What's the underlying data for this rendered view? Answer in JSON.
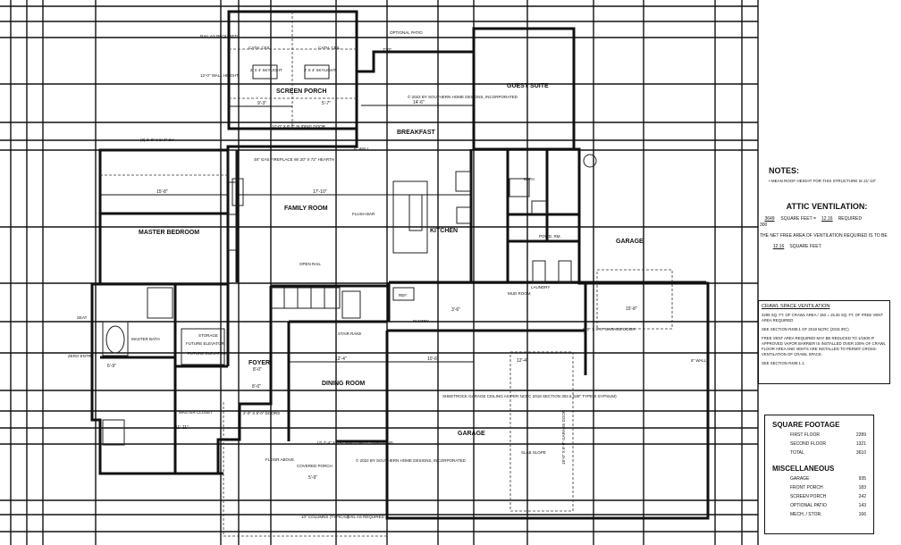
{
  "rooms": {
    "screen_porch": "SCREEN PORCH",
    "breakfast": "BREAKFAST",
    "guest_suite": "GUEST SUITE",
    "family_room": "FAMILY ROOM",
    "master_bedroom": "MASTER BEDROOM",
    "kitchen": "KITCHEN",
    "garage_rear": "GARAGE",
    "laundry": "LAUNDRY",
    "master_bath": "MASTER BATH",
    "storage": "STORAGE",
    "future_elevator": "FUTURE ELEVATOR",
    "foyer": "FOYER",
    "dining_room": "DINING ROOM",
    "garage_front": "GARAGE",
    "master_closet": "MASTER CLOSET",
    "covered_porch": "COVERED PORCH",
    "pantry": "PANTRY",
    "mud_room": "MUD ROOM",
    "bath": "BATH",
    "powder_room": "POWD. RM.",
    "seat": "SEAT",
    "zero_entry": "ZERO ENTRY"
  },
  "annotations": {
    "optional_patio": "OPTIONAL PATIO",
    "rail_as_required_top": "RAIL AS REQUIRED",
    "wall_height": "12'-0\" WALL HEIGHT",
    "cath_ceil": "CATH. CEIL.",
    "skylight": "2' X 4' SKYLIGHT",
    "sliding_door": "12'-0\" X 8'-0\" SLIDING DOOR",
    "copyright_top": "© 2022 BY SOUTHERN HOME DESIGNS, INCORPORATED",
    "copyright_bottom": "© 2022 BY SOUTHERN HOME DESIGNS, INCORPORATED",
    "gas_fireplace": "48\" GAS FIREPLACE W/ 20\" X 72\" HEARTH",
    "flush_bar": "FLUSH BAR",
    "open_rail": "OPEN RAIL",
    "stair_rake": "STAIR RAKE",
    "sheetrock": "SHEETROCK GARAGE CEILING AS PER NCRC 2018 SECTION 302.6 (5/8\" TYPE X GYPSUM)",
    "slab_slope": "SLAB SLOPE",
    "floor_above": "FLOOR ABOVE",
    "rail_as_required_bottom": "RAIL AS REQUIRED",
    "columns": "10\" COLUMNS (TYPICAL)",
    "garage_door_rear": "9'-0\" X 8'-0\" GARAGE DOOR",
    "garage_door_side": "18'-0\" X 8'-0\" GARAGE DOOR",
    "wall_6": "6\" WALL",
    "wall_8": "8\" WALL",
    "transoms": "(2) 2'-4\" X 6'-0\" FIXED W/12\" TRANSOMS",
    "sh_windows": "(3) 2'-8\" X 5'-0\" SH",
    "doors": "2'-0\" X 8'-0\" DOORS",
    "ref": "REF.",
    "future_elev": "FUTURE ELEVATOR"
  },
  "notes": {
    "title": "NOTES:",
    "item": "• MEAN ROOF HEIGHT FOR THIS STRUCTURE IS 21'-10\""
  },
  "attic": {
    "title": "ATTIC VENTILATION:",
    "sf": "3649",
    "sf_label": "SQUARE FEET",
    "equals": "=",
    "required": "12.16",
    "required_label": "REQUIRED",
    "divisor": "300",
    "note": "THE NET FREE AREA OF VENTILATION REQUIRED IS TO BE",
    "result": "12.16",
    "result_label": "SQUARE FEET."
  },
  "crawl": {
    "title": "CRAWL SPACE VENTILATION",
    "line1": "2289 SQ. FT. OF CRAWL AREA / 150 = 15.26 SQ. FT. OF FREE VENT AREA REQUIRED",
    "line2": "SEE SECTION R408.1 OF 2018 NCRC (2015 IRC)",
    "line3": "FREE VENT AREA REQUIRED MAY BE REDUCED TO 1/1500 IF APPROVED VAPOR BARRIER IS INSTALLED OVER 100% OF CRAWL FLOOR AREA AND VENTS ARE INSTALLED TO PERMIT CROSS- VENTILATION OF CRAWL SPACE.",
    "line4": "SEE SECTION R408.1.1."
  },
  "square_footage": {
    "title": "SQUARE FOOTAGE",
    "rows": [
      {
        "label": "FIRST FLOOR",
        "value": "2289"
      },
      {
        "label": "SECOND FLOOR",
        "value": "1321"
      },
      {
        "label": "TOTAL",
        "value": "3610"
      }
    ],
    "misc_title": "MISCELLANEOUS",
    "misc_rows": [
      {
        "label": "GARAGE",
        "value": "935"
      },
      {
        "label": "FRONT PORCH",
        "value": "183"
      },
      {
        "label": "SCREEN PORCH",
        "value": "242"
      },
      {
        "label": "OPTIONAL PATIO",
        "value": "143"
      },
      {
        "label": "MECH. / STOR.",
        "value": "166"
      }
    ]
  },
  "dimensions": {
    "d1": "15'-8\"",
    "d2": "17'-10\"",
    "d3": "14'-6\"",
    "d4": "12'-4\"",
    "d5": "10'-6\"",
    "d6": "9'-3\"",
    "d7": "5'-9\"",
    "d8": "6'-9\"",
    "d9": "8'-0\"",
    "d10": "5'-7\"",
    "d11": "11'-11\"",
    "d12": "15'-8\"",
    "d13": "12'-4\"",
    "d14": "7'-0\"",
    "d15": "3'-6\"",
    "d16": "8'-0\""
  }
}
